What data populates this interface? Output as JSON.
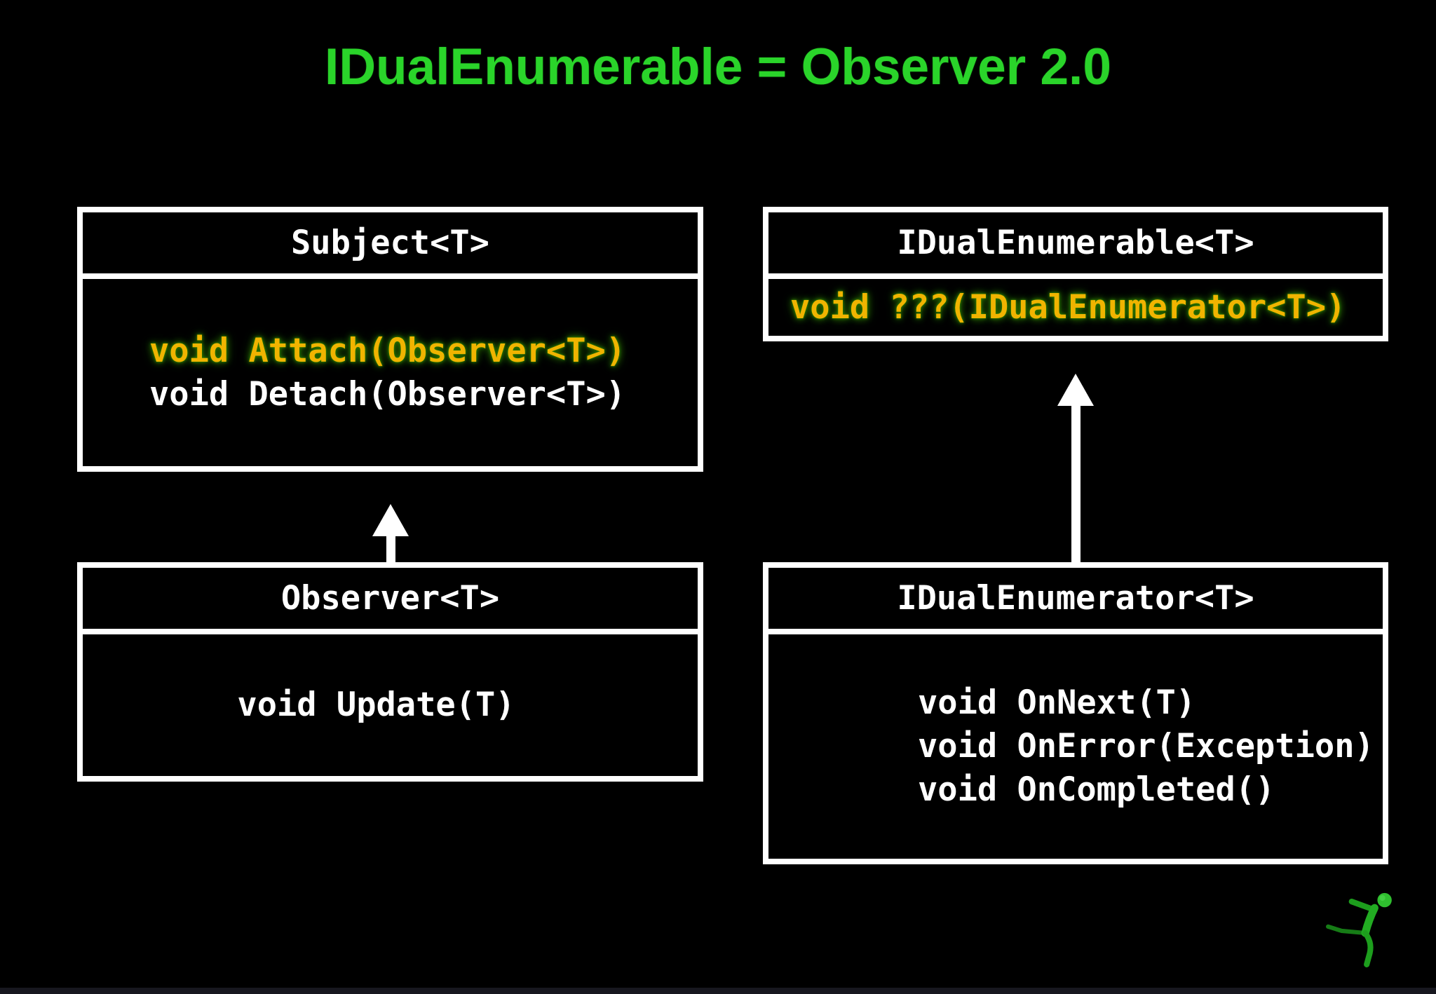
{
  "title": "IDualEnumerable = Observer 2.0",
  "colors": {
    "background": "#000000",
    "title_green": "#2ad42a",
    "box_border": "#ffffff",
    "member_text": "#ffffff",
    "accent_yellow": "#f0b400",
    "accent_glow_green": "#2d7a00",
    "logo_green": "#1d9e1d"
  },
  "diagram": {
    "classes": [
      {
        "id": "subject",
        "name": "Subject<T>",
        "members": [
          {
            "text": "void Attach(Observer<T>)",
            "highlight": true
          },
          {
            "text": "void Detach(Observer<T>)",
            "highlight": false
          }
        ]
      },
      {
        "id": "idualenumerable",
        "name": "IDualEnumerable<T>",
        "members": [
          {
            "text": "void ???(IDualEnumerator<T>)",
            "highlight": true
          }
        ]
      },
      {
        "id": "observer",
        "name": "Observer<T>",
        "members": [
          {
            "text": "void Update(T)",
            "highlight": false
          }
        ]
      },
      {
        "id": "idualenumerator",
        "name": "IDualEnumerator<T>",
        "members": [
          {
            "text": "void OnNext(T)",
            "highlight": false
          },
          {
            "text": "void OnError(Exception)",
            "highlight": false
          },
          {
            "text": "void OnCompleted()",
            "highlight": false
          }
        ]
      }
    ],
    "relations": [
      {
        "from": "Observer<T>",
        "to": "Subject<T>",
        "type": "inheritance-arrow"
      },
      {
        "from": "IDualEnumerator<T>",
        "to": "IDualEnumerable<T>",
        "type": "inheritance-arrow"
      }
    ]
  },
  "logo": {
    "name": "running-man",
    "color": "#1d9e1d"
  }
}
